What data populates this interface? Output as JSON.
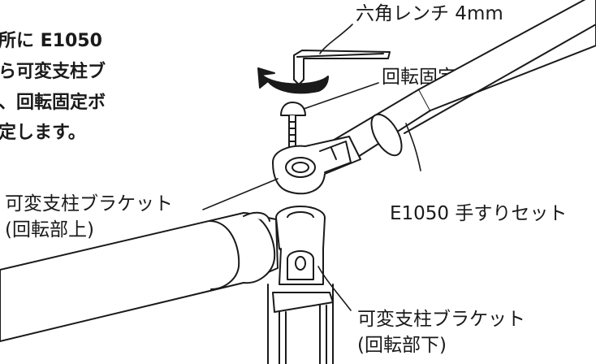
{
  "instruction": {
    "lines": [
      "所に E1050",
      "ら可変支柱ブ",
      "、回転固定ボ",
      "定します。"
    ]
  },
  "labels": {
    "hex_wrench": "六角レンチ 4mm",
    "rotation_bolt": "回転固定ボルト",
    "handrail_set": "E1050 手すりセット",
    "bracket_upper_line1": "可変支柱ブラケット",
    "bracket_upper_line2": "(回転部上)",
    "bracket_lower_line1": "可変支柱ブラケット",
    "bracket_lower_line2": "(回転部下)"
  },
  "icons": {
    "wrench": "hex-wrench-icon",
    "rotate": "rotate-arrow-icon",
    "bolt": "bolt-icon"
  },
  "colors": {
    "stroke": "#1a1a1a",
    "fill": "#ffffff"
  }
}
